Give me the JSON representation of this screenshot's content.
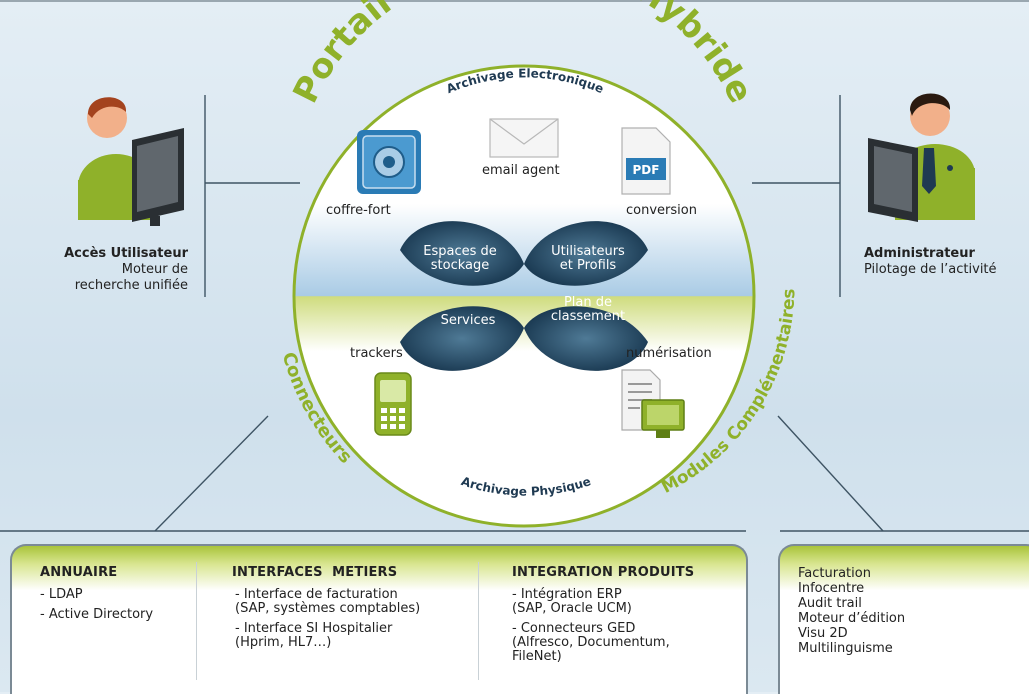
{
  "ring": {
    "title": "Portail d’Archivage Hybride",
    "archivage_electronique": "Archivage Electronique",
    "archivage_physique": "Archivage Physique",
    "connecteurs": "Connecteurs",
    "modules": "Modules Complémentaires"
  },
  "icons": {
    "coffre_fort": "coffre-fort",
    "email_agent": "email agent",
    "conversion": "conversion",
    "pdf": "PDF",
    "trackers": "trackers",
    "numerisation": "numérisation"
  },
  "petals": {
    "espaces": "Espaces de\nstockage",
    "utilisateurs": "Utilisateurs\net Profils",
    "services": "Services",
    "plan": "Plan de\nclassement"
  },
  "left_user": {
    "title": "Accès Utilisateur",
    "line1": "Moteur de",
    "line2": "recherche unifiée"
  },
  "right_user": {
    "title": "Administrateur",
    "line1": "Pilotage de l’activité"
  },
  "bottom": {
    "col1_title": "ANNUAIRE",
    "col1_items": [
      "- LDAP",
      "- Active Directory"
    ],
    "col2_title": "INTERFACES  METIERS",
    "col2_items": [
      "- Interface de facturation\n(SAP, systèmes comptables)",
      "- Interface SI Hospitalier\n(Hprim, HL7…)"
    ],
    "col3_title": "INTEGRATION PRODUITS",
    "col3_items": [
      "- Intégration ERP\n(SAP, Oracle UCM)",
      "- Connecteurs GED\n(Alfresco, Documentum,\nFileNet)"
    ],
    "modules_items": [
      "Facturation",
      "Infocentre",
      "Audit trail",
      "Moteur d’édition",
      "Visu 2D",
      "Multilinguisme"
    ]
  },
  "colors": {
    "green": "#8fb12a",
    "petal": "#1f3f56",
    "sky": "#8fbcdc",
    "ground": "#d7e29a"
  }
}
